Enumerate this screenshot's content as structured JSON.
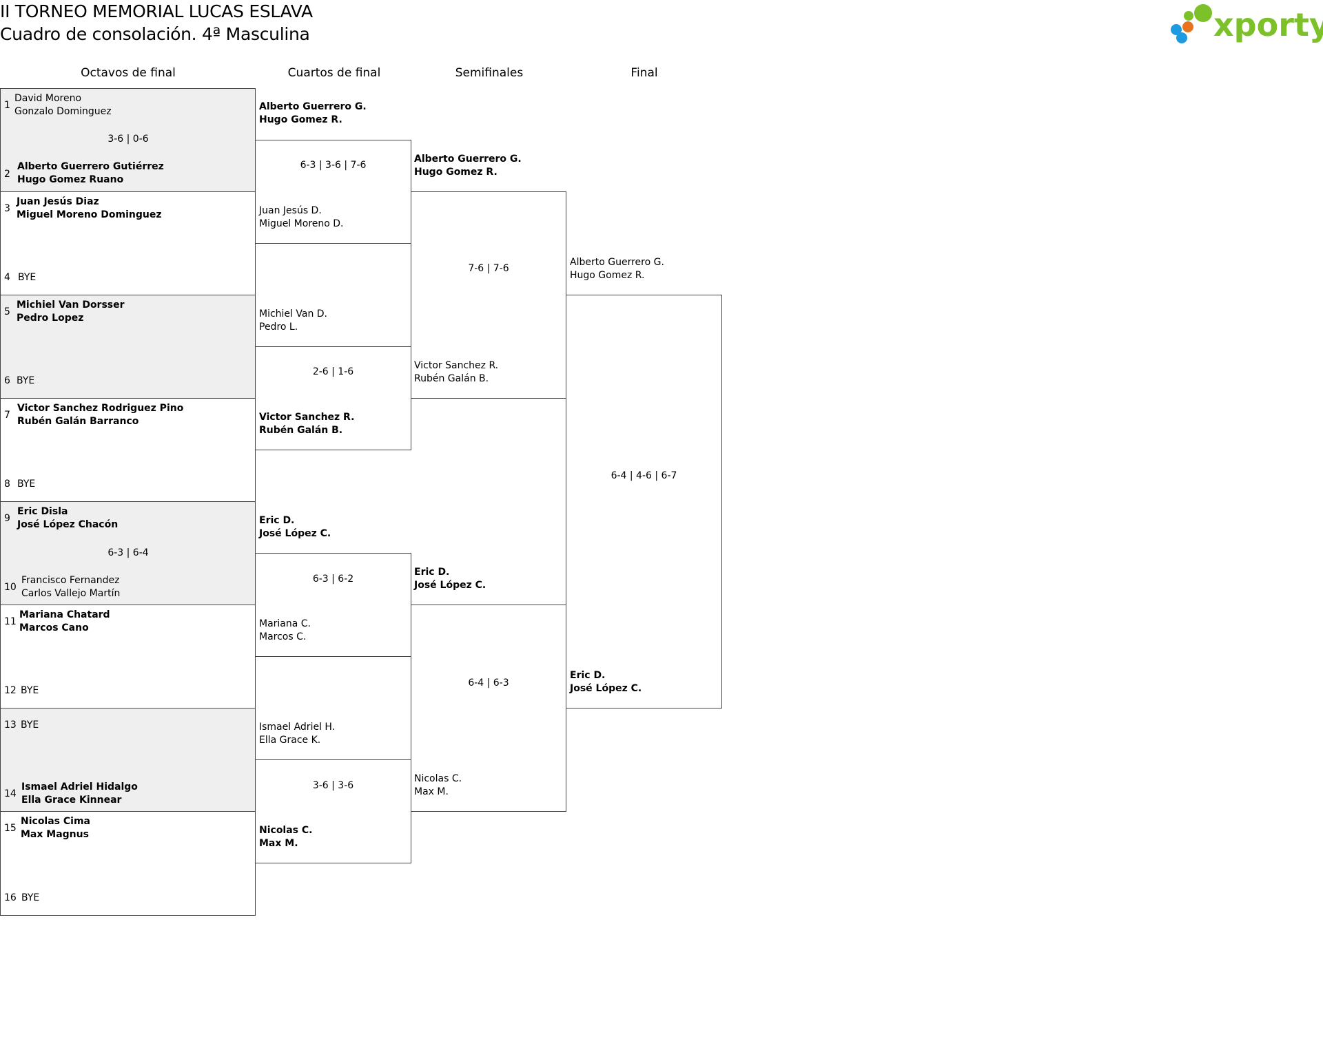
{
  "header": {
    "title": "II TORNEO MEMORIAL LUCAS ESLAVA",
    "subtitle": "Cuadro de consolación. 4ª Masculina",
    "brand": "xporty",
    "brand_color": "#7cc02a"
  },
  "rounds": [
    "Octavos de final",
    "Cuartos de final",
    "Semifinales",
    "Final"
  ],
  "r16": [
    {
      "seed": "1",
      "names": [
        "David Moreno",
        "Gonzalo Dominguez"
      ]
    },
    {
      "seed": "2",
      "names": [
        "Alberto Guerrero Gutiérrez",
        "Hugo Gomez Ruano"
      ]
    },
    {
      "seed": "3",
      "names": [
        "Juan Jesús Diaz",
        "Miguel Moreno Dominguez"
      ]
    },
    {
      "seed": "4",
      "names": [
        "BYE"
      ]
    },
    {
      "seed": "5",
      "names": [
        "Michiel Van Dorsser",
        "Pedro Lopez"
      ]
    },
    {
      "seed": "6",
      "names": [
        "BYE"
      ]
    },
    {
      "seed": "7",
      "names": [
        "Victor Sanchez Rodriguez Pino",
        "Rubén Galán Barranco"
      ]
    },
    {
      "seed": "8",
      "names": [
        "BYE"
      ]
    },
    {
      "seed": "9",
      "names": [
        "Eric Disla",
        "José López Chacón"
      ]
    },
    {
      "seed": "10",
      "names": [
        "Francisco Fernandez",
        "Carlos Vallejo Martín"
      ]
    },
    {
      "seed": "11",
      "names": [
        "Mariana Chatard",
        "Marcos Cano"
      ]
    },
    {
      "seed": "12",
      "names": [
        "BYE"
      ]
    },
    {
      "seed": "13",
      "names": [
        "BYE"
      ]
    },
    {
      "seed": "14",
      "names": [
        "Ismael Adriel Hidalgo",
        "Ella Grace Kinnear"
      ]
    },
    {
      "seed": "15",
      "names": [
        "Nicolas Cima",
        "Max Magnus"
      ]
    },
    {
      "seed": "16",
      "names": [
        "BYE"
      ]
    }
  ],
  "r16_scores": [
    "3-6 | 0-6",
    "6-3 | 6-4"
  ],
  "qf": [
    {
      "names": [
        "Alberto Guerrero G.",
        "Hugo Gomez R."
      ]
    },
    {
      "names": [
        "Juan Jesús D.",
        "Miguel Moreno D."
      ]
    },
    {
      "names": [
        "Michiel Van D.",
        "Pedro L."
      ]
    },
    {
      "names": [
        "Victor Sanchez R.",
        "Rubén Galán B."
      ]
    },
    {
      "names": [
        "Eric D.",
        "José López C."
      ]
    },
    {
      "names": [
        "Mariana C.",
        "Marcos C."
      ]
    },
    {
      "names": [
        "Ismael Adriel H.",
        "Ella Grace K."
      ]
    },
    {
      "names": [
        "Nicolas C.",
        "Max M."
      ]
    }
  ],
  "qf_scores": [
    "6-3 | 3-6 | 7-6",
    "2-6 | 1-6",
    "6-3 | 6-2",
    "3-6 | 3-6"
  ],
  "sf": [
    {
      "names": [
        "Alberto Guerrero G.",
        "Hugo Gomez R."
      ]
    },
    {
      "names": [
        "Victor Sanchez R.",
        "Rubén Galán B."
      ]
    },
    {
      "names": [
        "Eric D.",
        "José López C."
      ]
    },
    {
      "names": [
        "Nicolas C.",
        "Max M."
      ]
    }
  ],
  "sf_scores": [
    "7-6 | 7-6",
    "6-4 | 6-3"
  ],
  "final": [
    {
      "names": [
        "Alberto Guerrero G.",
        "Hugo Gomez R."
      ]
    },
    {
      "names": [
        "Eric D.",
        "José López C."
      ]
    }
  ],
  "final_score": "6-4 | 4-6 | 6-7"
}
